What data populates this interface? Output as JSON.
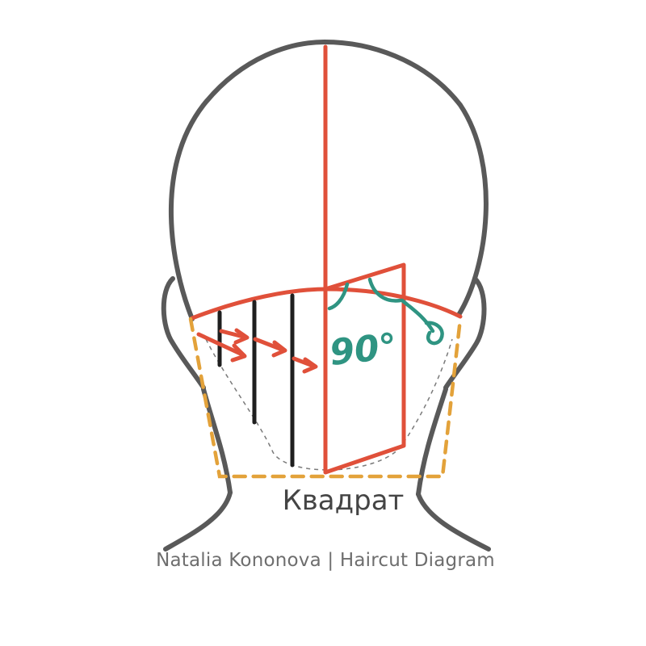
{
  "diagram": {
    "angle_label": "90°",
    "haircut_name": "Квадрат",
    "caption": "Natalia Kononova | Haircut Diagram"
  },
  "colors": {
    "outline": "#595959",
    "section_line": "#e0503a",
    "angle_marks": "#2f9482",
    "shape_outline": "#e3a23a",
    "guide_sections": "#1f1f1f",
    "hairline": "#7a7a7a"
  },
  "icons": [
    "head-back-outline",
    "direction-arrow",
    "angle-arc"
  ]
}
